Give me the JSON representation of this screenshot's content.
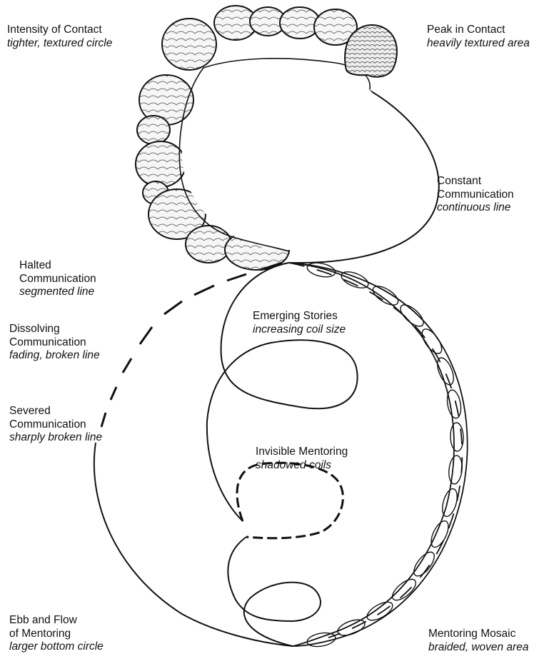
{
  "labels": {
    "intensity": {
      "title": "Intensity of Contact",
      "desc": "tighter, textured circle"
    },
    "peak": {
      "title": "Peak in Contact",
      "desc": "heavily textured area"
    },
    "constant": {
      "title_line1": "Constant",
      "title_line2": "Communication",
      "desc": "continuous line"
    },
    "halted": {
      "title_line1": "Halted",
      "title_line2": "Communication",
      "desc": "segmented line"
    },
    "dissolving": {
      "title_line1": "Dissolving",
      "title_line2": "Communication",
      "desc": "fading, broken line"
    },
    "emerging": {
      "title": "Emerging Stories",
      "desc": "increasing coil size"
    },
    "severed": {
      "title_line1": "Severed",
      "title_line2": "Communication",
      "desc": "sharply broken line"
    },
    "invisible": {
      "title": "Invisible Mentoring",
      "desc": "shadowed coils"
    },
    "ebb": {
      "title_line1": "Ebb and Flow",
      "title_line2": "of Mentoring",
      "desc": "larger bottom circle"
    },
    "mosaic": {
      "title": "Mentoring Mosaic",
      "desc": "braided, woven area"
    }
  },
  "colors": {
    "line": "#111111",
    "texture": "#e8e8e8",
    "background": "#ffffff"
  }
}
